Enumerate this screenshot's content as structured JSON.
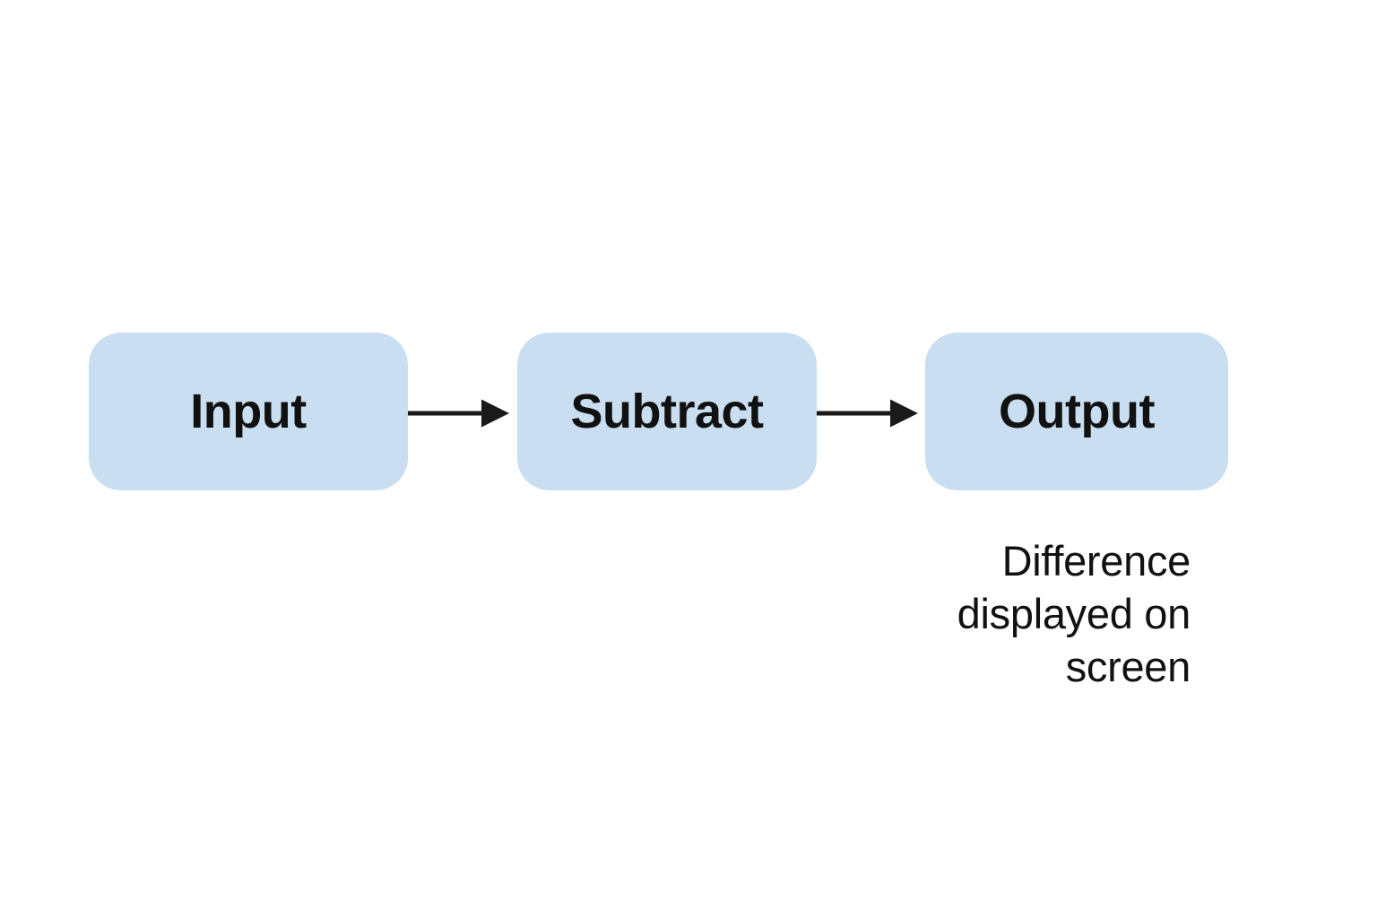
{
  "diagram": {
    "type": "flowchart",
    "orientation": "horizontal",
    "background_color": "#ffffff",
    "node_fill_color": "#c9def0",
    "node_text_color": "#111111",
    "arrow_color": "#1a1a1a",
    "nodes": [
      {
        "id": "input",
        "label": "Input"
      },
      {
        "id": "subtract",
        "label": "Subtract"
      },
      {
        "id": "output",
        "label": "Output"
      }
    ],
    "connectors": [
      {
        "id": "arrow-1",
        "from": "input",
        "to": "subtract",
        "icon": "arrow-right-icon"
      },
      {
        "id": "arrow-2",
        "from": "subtract",
        "to": "output",
        "icon": "arrow-right-icon"
      }
    ],
    "annotations": [
      {
        "id": "output-caption",
        "attached_to": "output",
        "align": "right",
        "lines": [
          "Difference",
          "displayed on",
          "screen"
        ]
      }
    ]
  }
}
